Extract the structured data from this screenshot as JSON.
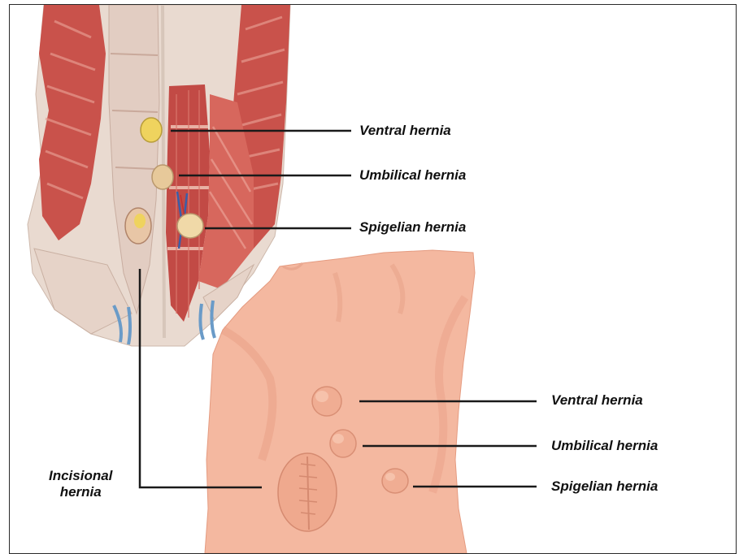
{
  "figure": {
    "upper_labels": {
      "ventral": "Ventral hernia",
      "umbilical": "Umbilical hernia",
      "spigelian": "Spigelian hernia"
    },
    "lower_labels": {
      "ventral": "Ventral hernia",
      "umbilical": "Umbilical hernia",
      "spigelian": "Spigelian hernia"
    },
    "incisional_label": "Incisional\nhernia"
  },
  "colors": {
    "muscle": "#c8504a",
    "muscle_light": "#e08a7c",
    "fascia": "#e6d8cf",
    "skin": "#f3b79f",
    "skin_shadow": "#e69a80",
    "hernia_yellow": "#f0d86a",
    "leader_line": "#1a1a1a"
  }
}
